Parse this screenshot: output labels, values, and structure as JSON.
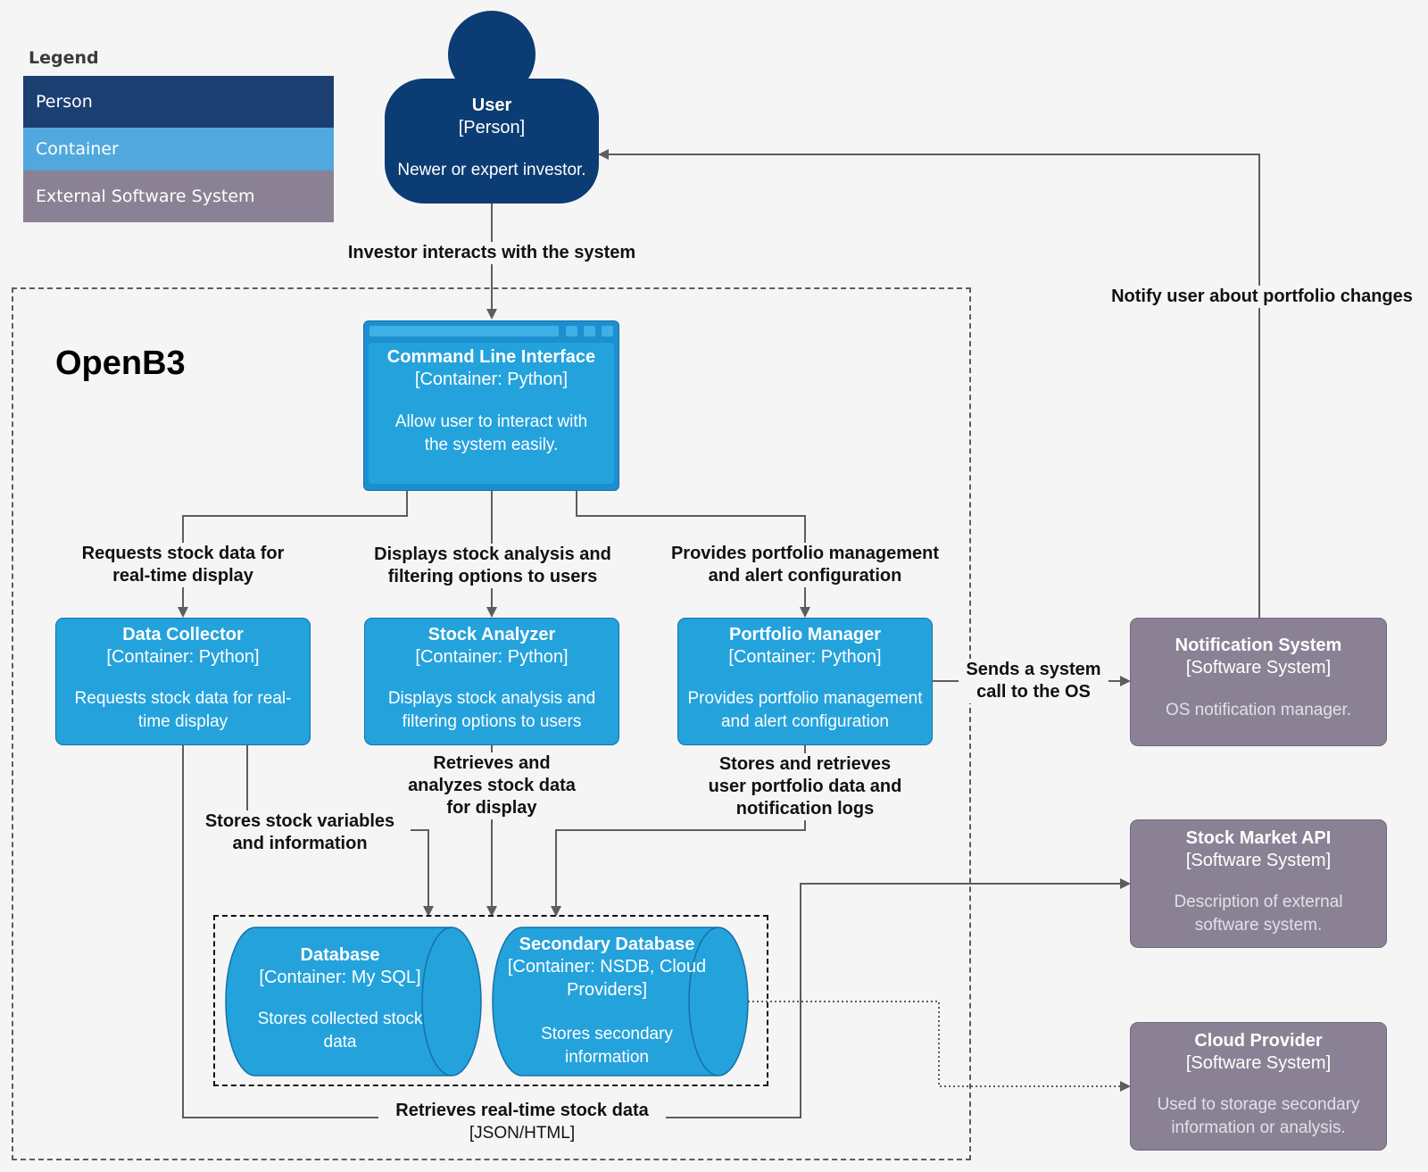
{
  "legend": {
    "title": "Legend",
    "items": [
      {
        "label": "Person",
        "color": "#1c3f72"
      },
      {
        "label": "Container",
        "color": "#50a8de"
      },
      {
        "label": "External Software System",
        "color": "#8a8294"
      }
    ]
  },
  "boundary": {
    "title": "OpenB3"
  },
  "person": {
    "name": "User",
    "type": "[Person]",
    "description": "Newer or expert investor."
  },
  "containers": {
    "cli": {
      "name": "Command Line Interface",
      "tech": "[Container: Python]",
      "desc_line1": "Allow user to interact with",
      "desc_line2": "the system easily."
    },
    "collector": {
      "name": "Data Collector",
      "tech": "[Container: Python]",
      "desc_line1": "Requests stock data for real-",
      "desc_line2": "time display"
    },
    "analyzer": {
      "name": "Stock Analyzer",
      "tech": "[Container: Python]",
      "desc_line1": "Displays stock analysis and",
      "desc_line2": "filtering options to users"
    },
    "portfolio": {
      "name": "Portfolio Manager",
      "tech": "[Container: Python]",
      "desc_line1": "Provides portfolio management",
      "desc_line2": "and alert configuration"
    },
    "database": {
      "name": "Database",
      "tech": "[Container: My SQL]",
      "desc_line1": "Stores collected stock",
      "desc_line2": "data"
    },
    "secondary_db": {
      "name": "Secondary Database",
      "tech_line1": "[Container: NSDB, Cloud",
      "tech_line2": "Providers]",
      "desc_line1": "Stores secondary",
      "desc_line2": "information"
    }
  },
  "external_systems": {
    "notification": {
      "name": "Notification System",
      "type": "[Software System]",
      "description": "OS notification manager."
    },
    "stock_api": {
      "name": "Stock Market API",
      "type": "[Software System]",
      "desc_line1": "Description of external",
      "desc_line2": "software system."
    },
    "cloud": {
      "name": "Cloud Provider",
      "type": "[Software System]",
      "desc_line1": "Used to storage secondary",
      "desc_line2": "information or analysis."
    }
  },
  "relationships": {
    "user_cli": "Investor interacts with the system",
    "notify_user": "Notify user about portfolio changes",
    "cli_collector": {
      "line1": "Requests stock data for",
      "line2": "real-time display"
    },
    "cli_analyzer": {
      "line1": "Displays stock analysis and",
      "line2": "filtering options to users"
    },
    "cli_portfolio": {
      "line1": "Provides portfolio management",
      "line2": "and alert configuration"
    },
    "portfolio_notification": {
      "line1": "Sends a system",
      "line2": "call to the OS"
    },
    "collector_db": {
      "line1": "Stores stock variables",
      "line2": "and information"
    },
    "analyzer_db": {
      "line1": "Retrieves and",
      "line2": "analyzes stock data",
      "line3": "for display"
    },
    "portfolio_db": {
      "line1": "Stores and retrieves",
      "line2": "user portfolio data and",
      "line3": "notification logs"
    },
    "collector_api": {
      "label": "Retrieves real-time stock data",
      "tech": "[JSON/HTML]"
    }
  }
}
